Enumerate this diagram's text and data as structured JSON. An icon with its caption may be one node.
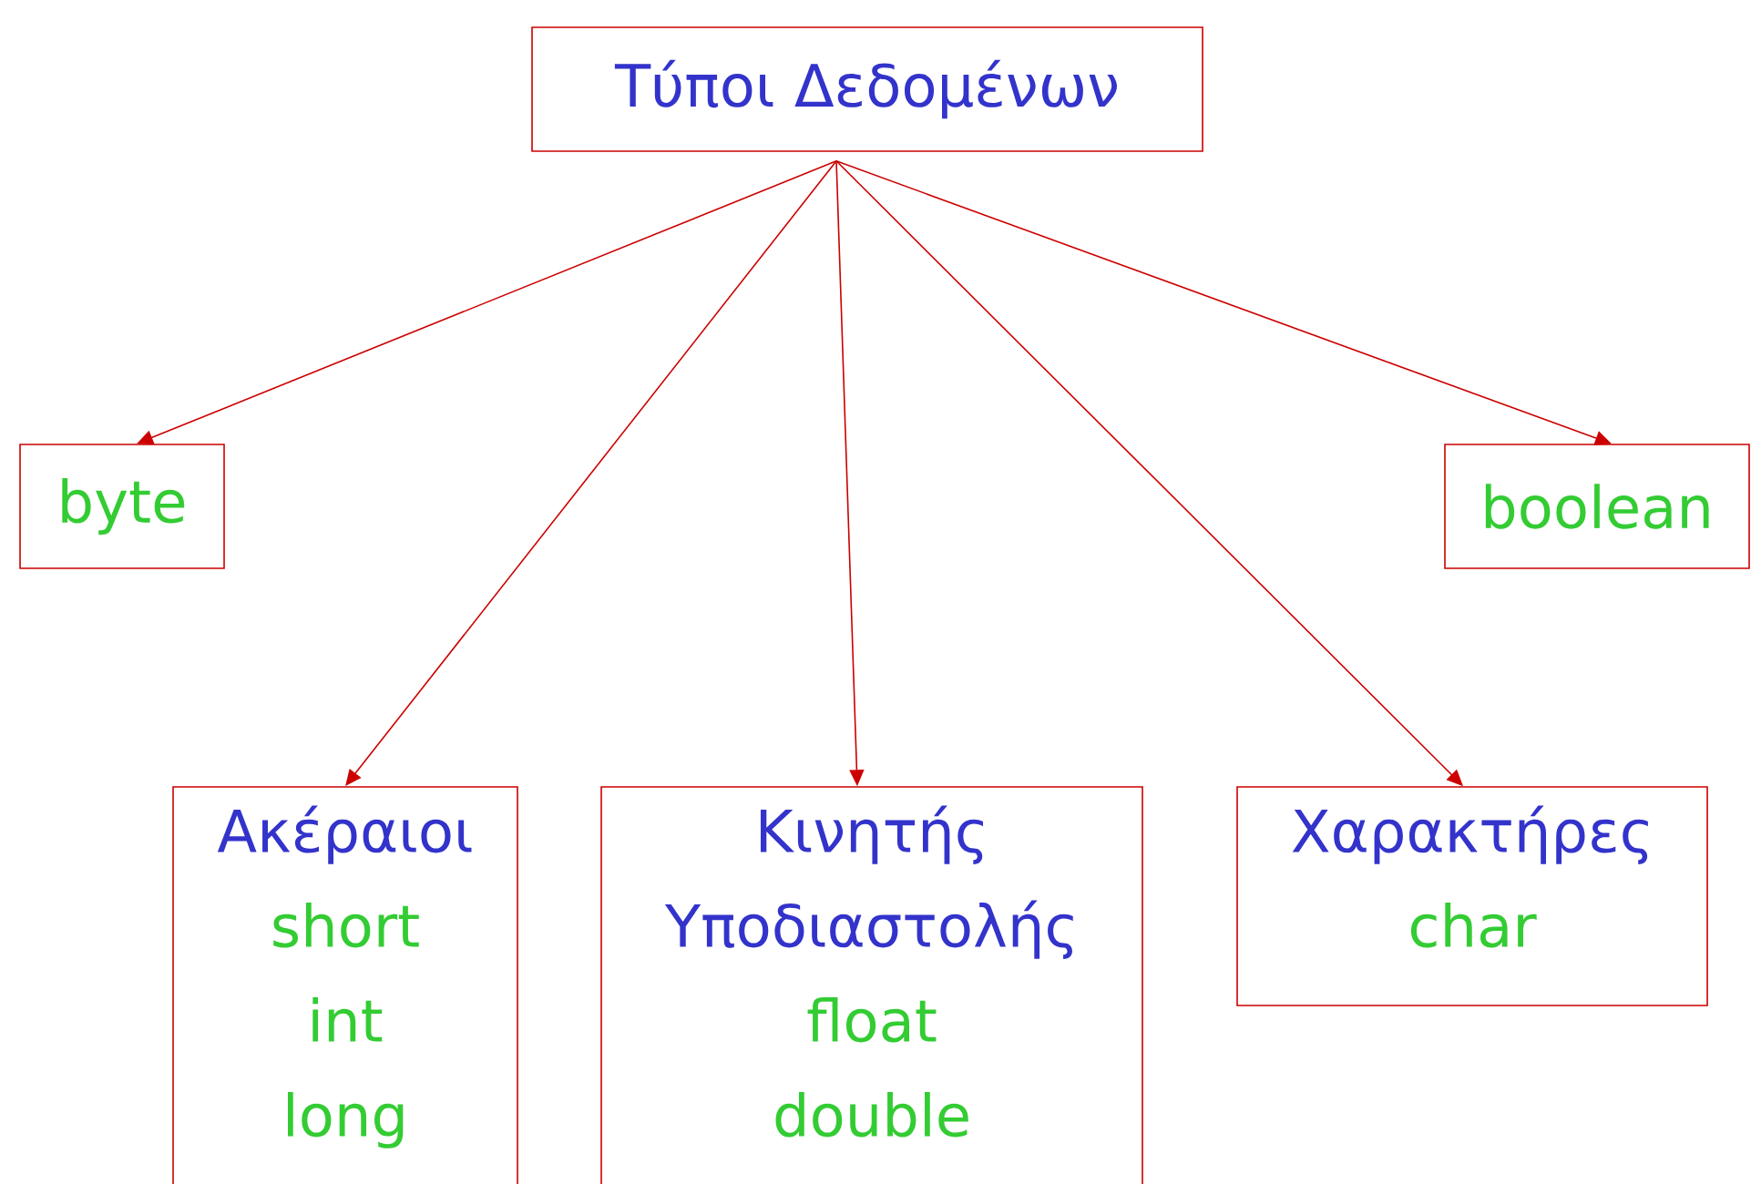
{
  "diagram": {
    "nodes": [
      {
        "text": [
          "Τύποι Δεδομένων"
        ]
      },
      {
        "text": [
          "byte"
        ]
      },
      {
        "text": [
          "boolean"
        ]
      },
      {
        "text": [
          "Ακέραιοι",
          "short",
          "int",
          "long"
        ]
      },
      {
        "text": [
          "Κινητής Υποδιαστολής",
          "float",
          "double"
        ]
      },
      {
        "text": [
          "Χαρακτήρες",
          "char"
        ]
      }
    ],
    "edges": [
      {
        "from": 0,
        "to": 1,
        "arrow": "to"
      },
      {
        "from": 0,
        "to": 3,
        "arrow": "to"
      },
      {
        "from": 0,
        "to": 4,
        "arrow": "to"
      },
      {
        "from": 0,
        "to": 5,
        "arrow": "to"
      },
      {
        "from": 0,
        "to": 2,
        "arrow": "to"
      }
    ]
  }
}
